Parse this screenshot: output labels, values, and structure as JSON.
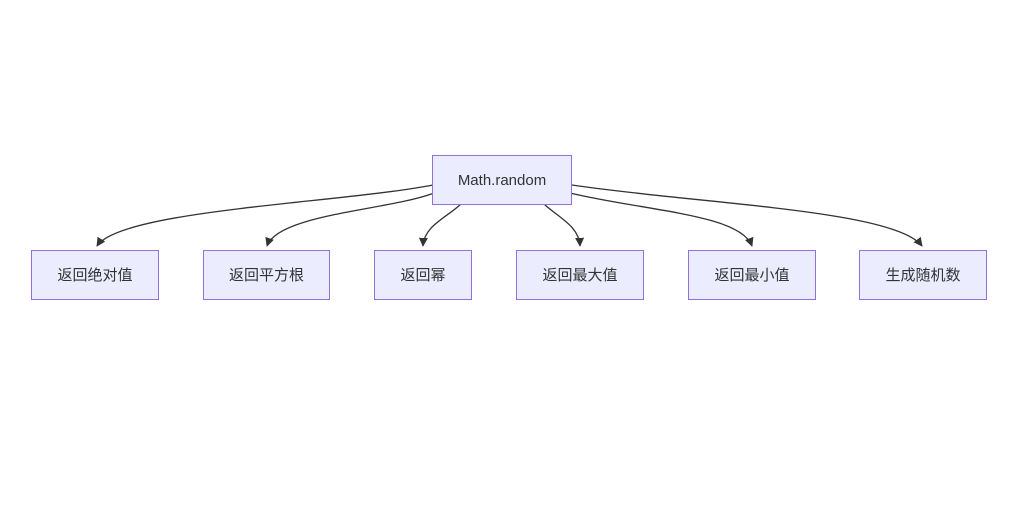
{
  "diagram": {
    "type": "flowchart-top-down",
    "root": {
      "label": "Math.random"
    },
    "children": [
      {
        "label": "返回绝对值"
      },
      {
        "label": "返回平方根"
      },
      {
        "label": "返回幂"
      },
      {
        "label": "返回最大值"
      },
      {
        "label": "返回最小值"
      },
      {
        "label": "生成随机数"
      }
    ],
    "edges": [
      {
        "from": "Math.random",
        "to": "返回绝对值"
      },
      {
        "from": "Math.random",
        "to": "返回平方根"
      },
      {
        "from": "Math.random",
        "to": "返回幂"
      },
      {
        "from": "Math.random",
        "to": "返回最大值"
      },
      {
        "from": "Math.random",
        "to": "返回最小值"
      },
      {
        "from": "Math.random",
        "to": "生成随机数"
      }
    ],
    "colors": {
      "node_fill": "#ECECFF",
      "node_border": "#9370DB",
      "edge_line": "#333333",
      "text": "#333333",
      "background": "#FFFFFF"
    }
  }
}
